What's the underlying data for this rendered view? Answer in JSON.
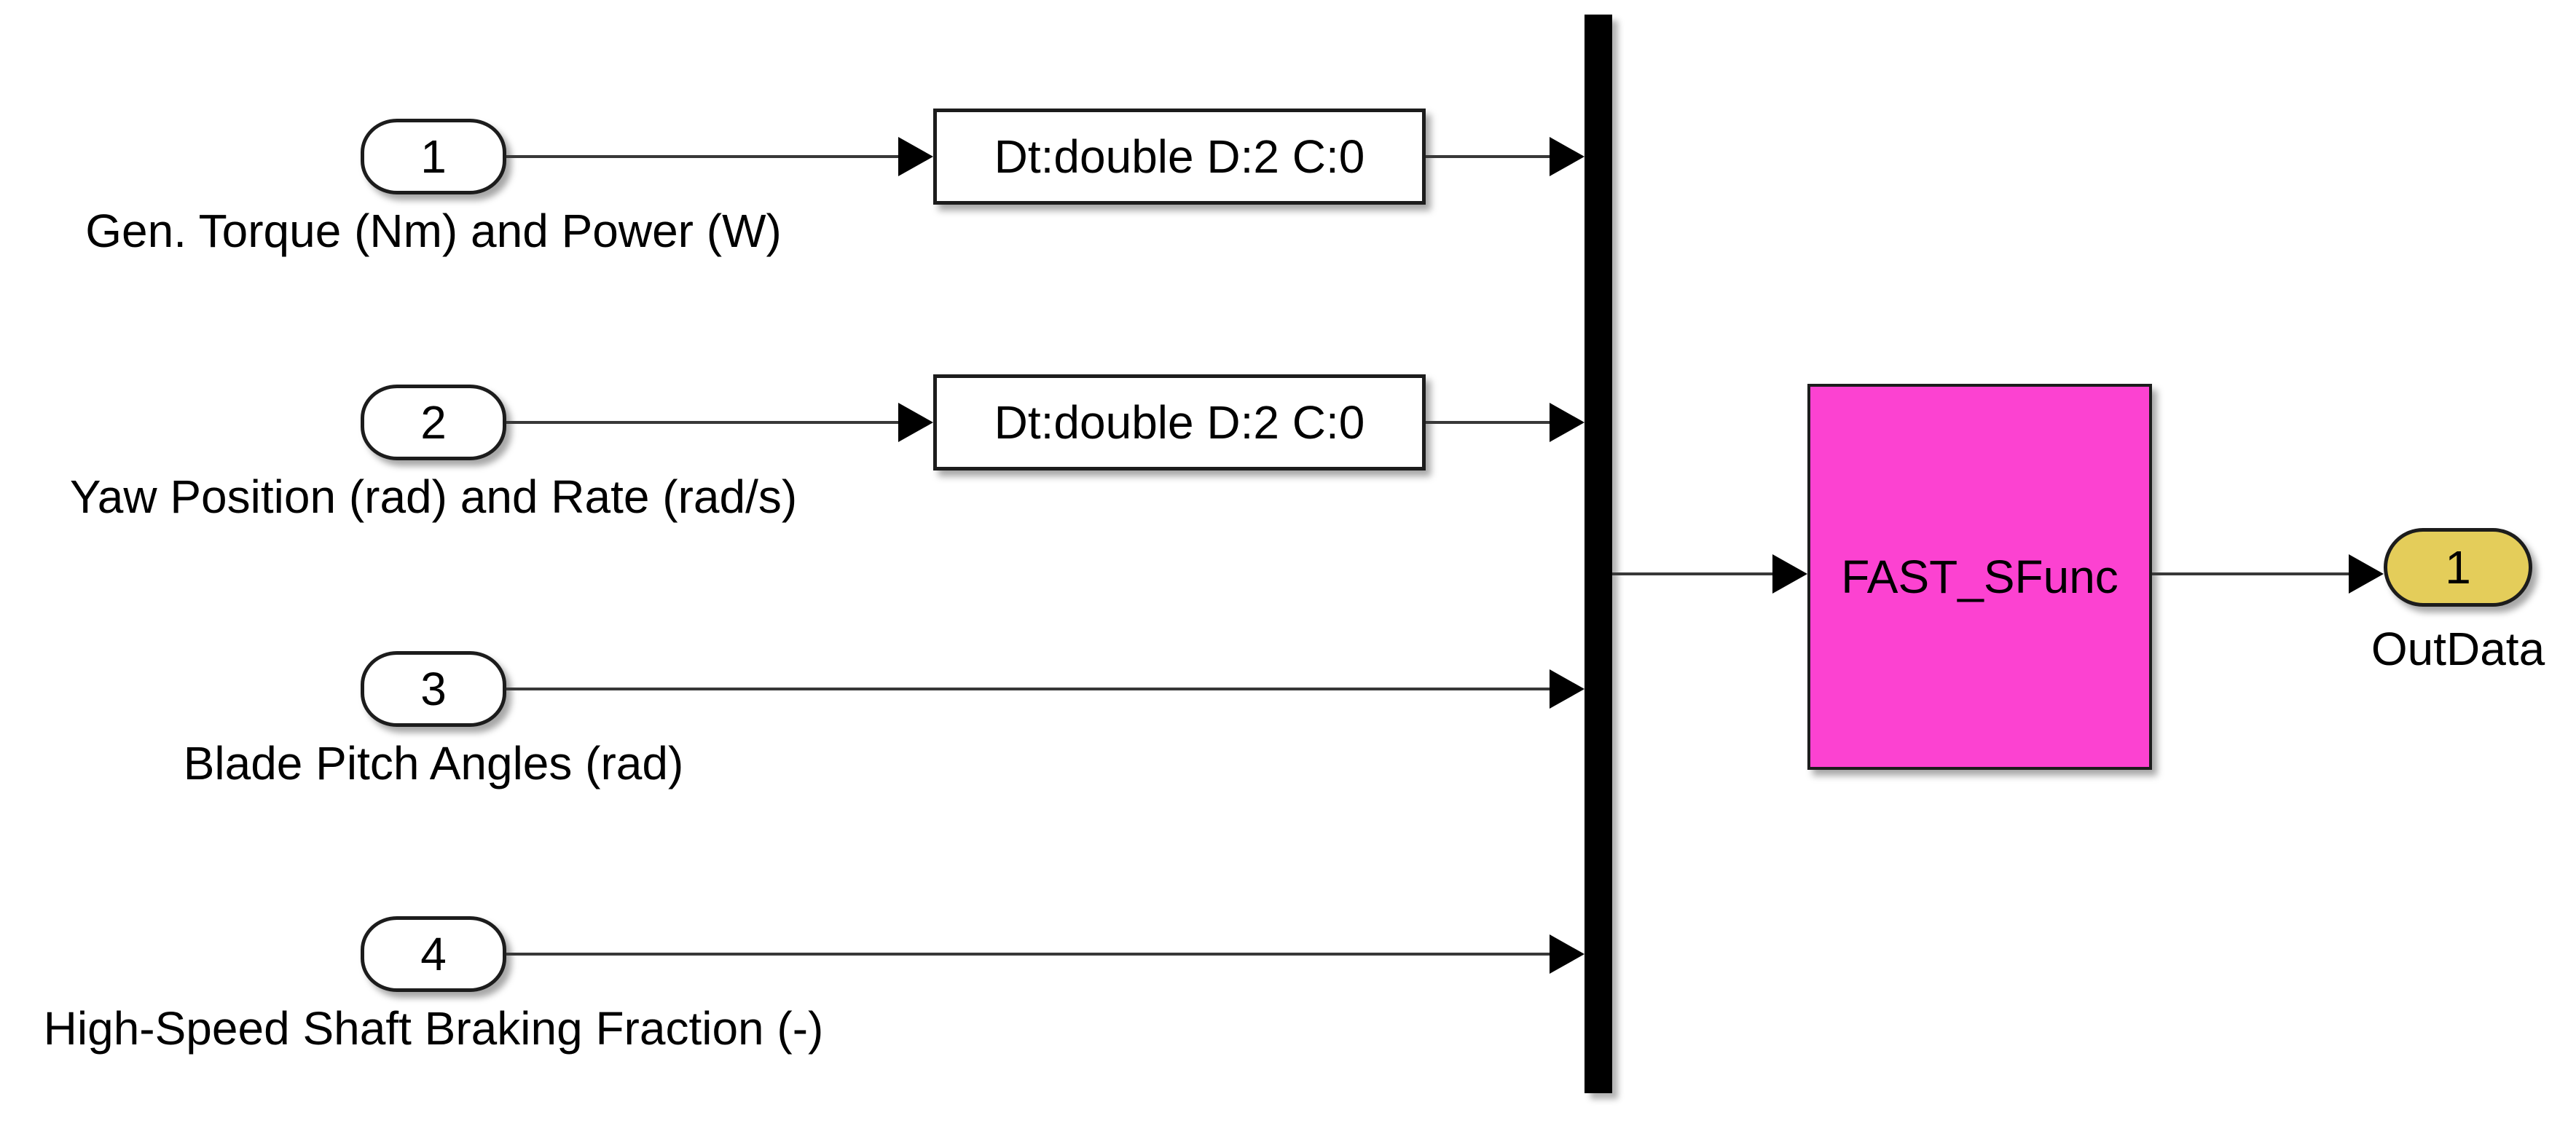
{
  "colors": {
    "background": "#ffffff",
    "wire": "#383838",
    "block_border": "#1c1c1c",
    "block_fill": "#ffffff",
    "mux_fill": "#000000",
    "sfunc_fill": "#fc42d1",
    "outport_fill": "#e4cd5a"
  },
  "inports": [
    {
      "number": "1",
      "label": "Gen. Torque (Nm) and Power (W)"
    },
    {
      "number": "2",
      "label": "Yaw Position (rad) and Rate (rad/s)"
    },
    {
      "number": "3",
      "label": "Blade Pitch Angles (rad)"
    },
    {
      "number": "4",
      "label": "High-Speed Shaft Braking Fraction (-)"
    }
  ],
  "signal_specs": [
    {
      "label": "Dt:double D:2 C:0"
    },
    {
      "label": "Dt:double D:2 C:0"
    }
  ],
  "mux": {
    "type": "mux-bar"
  },
  "sfunc": {
    "label": "FAST_SFunc"
  },
  "outport": {
    "number": "1",
    "label": "OutData"
  }
}
